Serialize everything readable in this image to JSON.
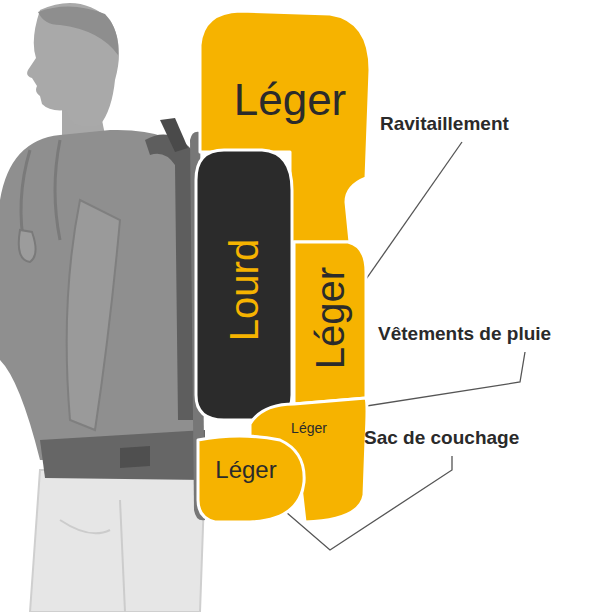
{
  "diagram": {
    "nodes": [
      {
        "text": [
          "Léger"
        ]
      },
      {
        "text": [
          "Lourd"
        ]
      },
      {
        "text": [
          "Léger"
        ]
      },
      {
        "text": [
          "Léger"
        ]
      },
      {
        "text": [
          "Léger"
        ]
      }
    ],
    "labels": [
      "Ravitaillement",
      "Vêtements de pluie",
      "Sac de couchage"
    ]
  }
}
